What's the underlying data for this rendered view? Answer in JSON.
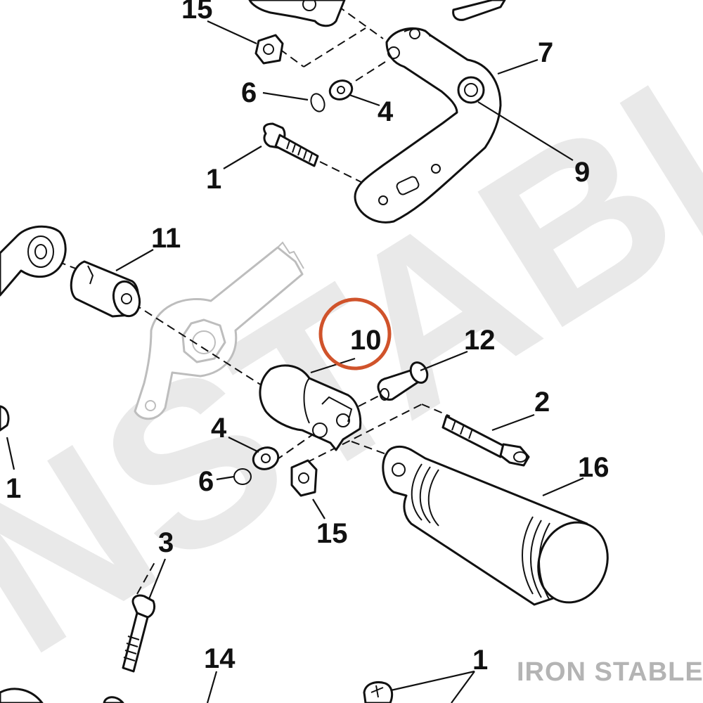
{
  "diagram": {
    "callouts": [
      "15",
      "7",
      "6",
      "4",
      "9",
      "1",
      "11",
      "10",
      "12",
      "2",
      "4",
      "6",
      "1",
      "16",
      "15",
      "3",
      "14",
      "1"
    ],
    "highlighted_callout": "10",
    "highlight_color": "#d0532b",
    "line_color": "#111111"
  },
  "watermark": {
    "text": "NSTABI",
    "color": "#e9e9e9"
  },
  "brand": {
    "text": "IRON STABLE",
    "color": "#b4b4b4"
  }
}
